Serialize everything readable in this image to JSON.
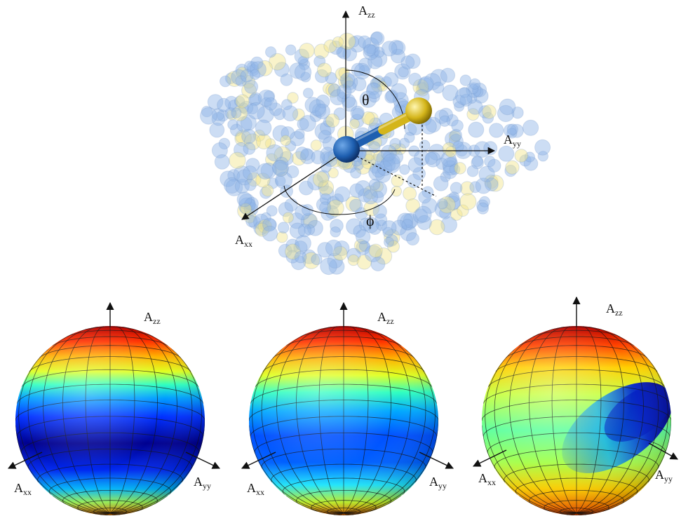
{
  "top_diagram": {
    "axes": {
      "zz": {
        "base": "A",
        "sub": "zz"
      },
      "yy": {
        "base": "A",
        "sub": "yy"
      },
      "xx": {
        "base": "A",
        "sub": "xx"
      }
    },
    "theta_symbol": "θ",
    "phi_symbol": "ϕ",
    "colors": {
      "protein_blue": "#8fb3e6",
      "protein_yellow": "#f2e48a",
      "bond_blue": "#1e5fb0",
      "bond_yellow": "#d4b51a"
    }
  },
  "spheres": [
    {
      "axes": {
        "zz": {
          "base": "A",
          "sub": "zz"
        },
        "xx": {
          "base": "A",
          "sub": "xx"
        },
        "yy": {
          "base": "A",
          "sub": "yy"
        }
      }
    },
    {
      "axes": {
        "zz": {
          "base": "A",
          "sub": "zz"
        },
        "xx": {
          "base": "A",
          "sub": "xx"
        },
        "yy": {
          "base": "A",
          "sub": "yy"
        }
      }
    },
    {
      "axes": {
        "zz": {
          "base": "A",
          "sub": "zz"
        },
        "xx": {
          "base": "A",
          "sub": "xx"
        },
        "yy": {
          "base": "A",
          "sub": "yy"
        }
      }
    }
  ],
  "colormap": [
    "#00008f",
    "#0030ff",
    "#00c8ff",
    "#60ffa0",
    "#ffff00",
    "#ff8000",
    "#b40000"
  ]
}
